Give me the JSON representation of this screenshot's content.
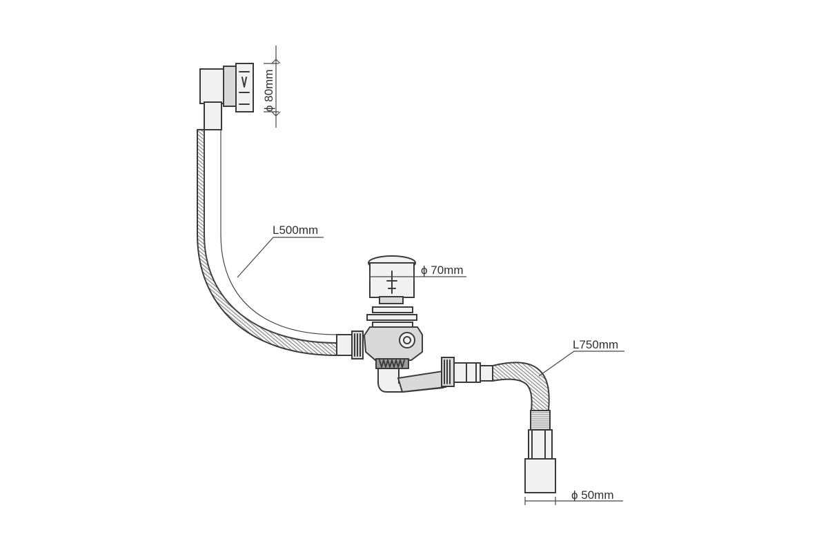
{
  "diagram": {
    "labels": {
      "overflow_diameter": "ϕ 80mm",
      "upper_hose_length": "L500mm",
      "drain_diameter": "ϕ 70mm",
      "lower_hose_length": "L750mm",
      "outlet_diameter": "ϕ 50mm"
    }
  },
  "colors": {
    "line": "#3a3a3a",
    "hose_fill": "#f1f1f1",
    "body_fill": "#d9d9d9",
    "accent": "#9b9b9b"
  }
}
